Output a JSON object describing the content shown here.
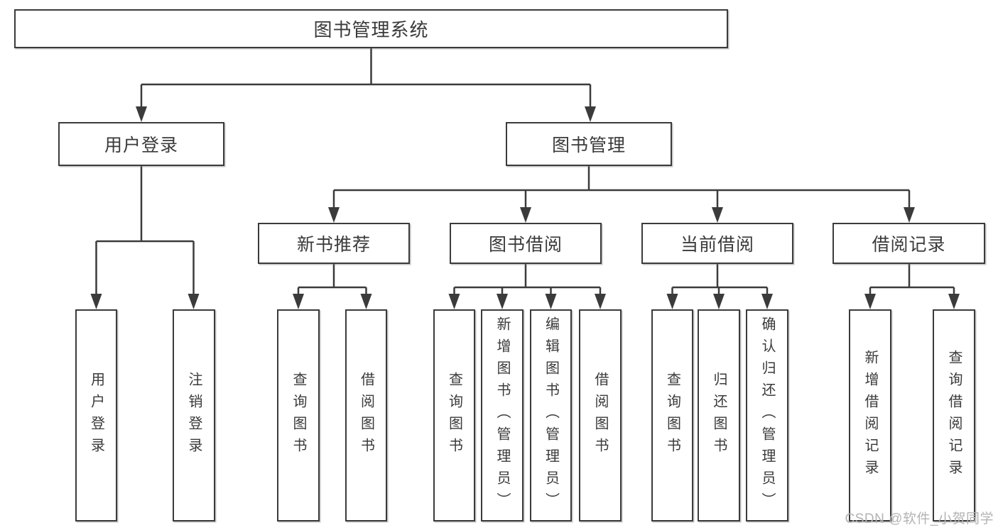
{
  "colors": {
    "line": "#3b3b3b",
    "box_border": "#3b3b3b",
    "text": "#3a3a3a",
    "box_background": "#ffffff",
    "page_background": "#ffffff",
    "watermark": "#b3b3b3"
  },
  "watermark": {
    "text": "CSDN @软件_小贺同学"
  },
  "nodes": {
    "root": "图书管理系统",
    "level2": {
      "user_login": "用户登录",
      "book_management": "图书管理"
    },
    "level3": {
      "new_book_recommend": "新书推荐",
      "book_borrow": "图书借阅",
      "current_borrow": "当前借阅",
      "borrow_records": "借阅记录"
    },
    "leaves": {
      "user_login": [
        "用户登录",
        "注销登录"
      ],
      "new_book_recommend": [
        "查询图书",
        "借阅图书"
      ],
      "book_borrow": [
        "查询图书",
        "新增图书（管理员）",
        "编辑图书（管理员）",
        "借阅图书"
      ],
      "current_borrow": [
        "查询图书",
        "归还图书",
        "确认归还（管理员）"
      ],
      "borrow_records": [
        "新增借阅记录",
        "查询借阅记录"
      ]
    }
  }
}
